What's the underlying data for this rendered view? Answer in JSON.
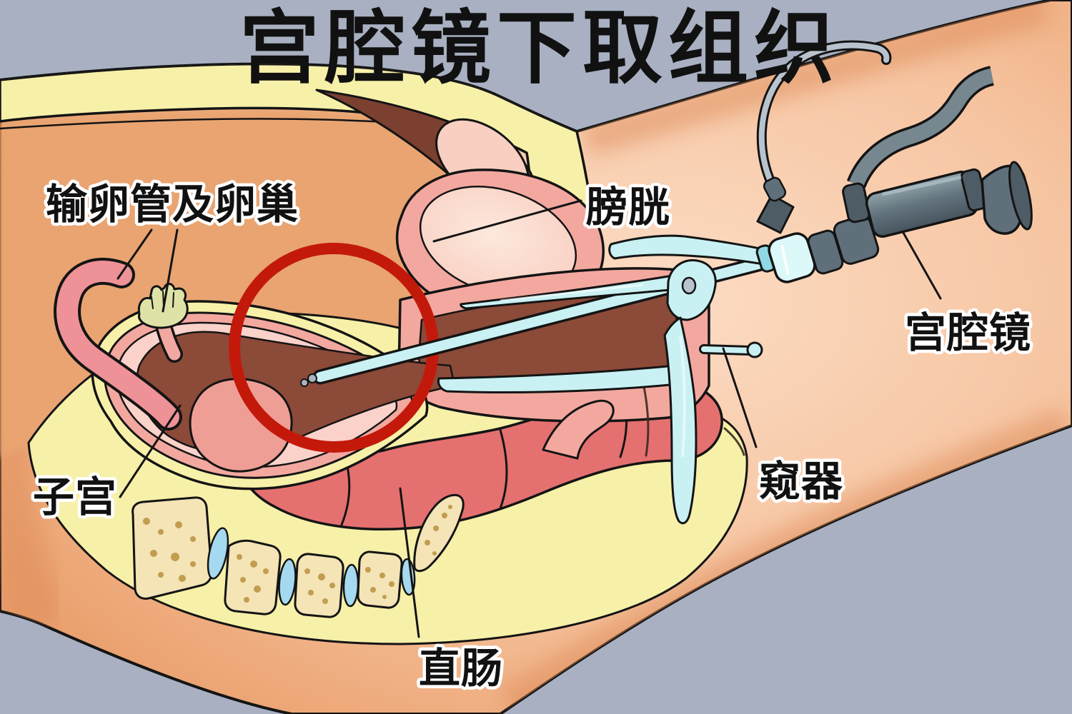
{
  "title": "宫腔镜下取组织",
  "labels": {
    "fallopian_tube_ovary": "输卵管及卵巢",
    "bladder": "膀胱",
    "hysteroscope": "宫腔镜",
    "uterus": "子宫",
    "speculum": "窥器",
    "rectum": "直肠"
  },
  "colors": {
    "background": "#a8b0c2",
    "skin_light": "#fbd9c2",
    "skin_dark": "#e8985f",
    "fat_yellow": "#f7f0a8",
    "abdomen_orange": "#e9a471",
    "muscle_brown": "#7b4030",
    "cavity_brown": "#8c4a39",
    "organ_pink": "#f3a89f",
    "organ_pink_light": "#fbd2ca",
    "rectum_pink": "#e57070",
    "bone_cream": "#f4e4b6",
    "bone_speckle": "#b9913e",
    "disc_blue": "#a5d9ef",
    "instrument_cyan": "#c9f1f4",
    "instrument_cyan_shade": "#8fd8e4",
    "scope_dark": "#5f707b",
    "cable_gray": "#76878f",
    "cable_light": "#b9c3cd",
    "ovary_green": "#dfe2a6",
    "highlight_red": "#c3190b",
    "text": "#111111",
    "label_halo": "#ffffff"
  }
}
